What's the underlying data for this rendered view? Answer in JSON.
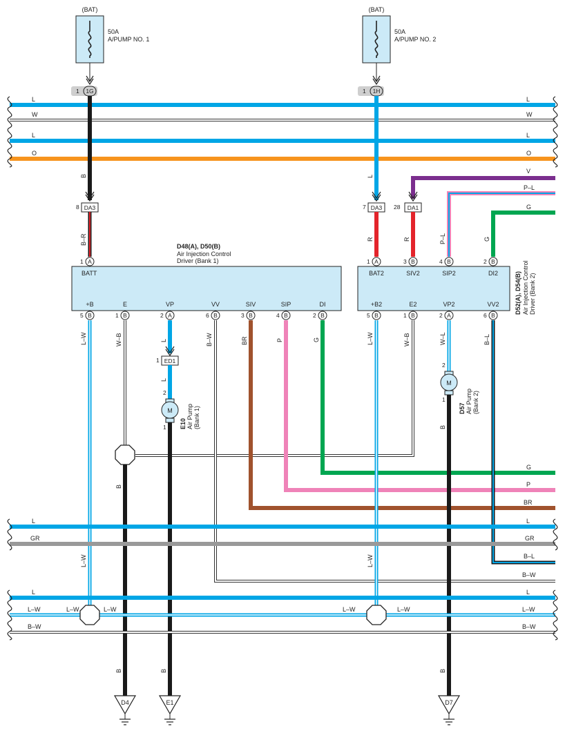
{
  "colors": {
    "L": "#00a6e6",
    "O": "#f7941d",
    "V": "#7b2e8e",
    "G": "#00a651",
    "P": "#ef83b8",
    "BR": "#a0522d",
    "GR": "#999999",
    "R": "#e3242b",
    "B": "#1a1a1a",
    "W": "#ffffff",
    "module": "#cceaf7",
    "connector_gray": "#cfcfcf"
  },
  "fuses": [
    {
      "source": "(BAT)",
      "rating": "50A",
      "name": "A/PUMP NO. 1"
    },
    {
      "source": "(BAT)",
      "rating": "50A",
      "name": "A/PUMP NO. 2"
    }
  ],
  "junctions": {
    "j1g": {
      "pin": "1",
      "id": "1G"
    },
    "j1h": {
      "pin": "1",
      "id": "1H"
    }
  },
  "bus_top": [
    "L",
    "W",
    "L",
    "O"
  ],
  "bus_mid": [
    "L",
    "GR"
  ],
  "bus_bot": [
    "L",
    "L–W",
    "B–W"
  ],
  "right_labels": {
    "v": "V",
    "pl": "P–L",
    "g": "G",
    "g2": "G",
    "p2": "P",
    "br2": "BR",
    "bl": "B–L",
    "bw": "B–W"
  },
  "wire_labels": {
    "b_top": "B",
    "br_left": "B–R",
    "l_top": "L",
    "r_bat2": "R",
    "r_siv2": "R",
    "pl_sip2": "P–L",
    "g_di2": "G",
    "lw_b": "L–W",
    "wb_e": "W–B",
    "l_vp": "L",
    "l_vp2": "L",
    "bw_vv": "B–W",
    "br_siv": "BR",
    "p_sip": "P",
    "g_di": "G",
    "lw_b2": "L–W",
    "wb_e2": "W–B",
    "wl_vp2": "W–L",
    "bl_vv2": "B–L",
    "b_ground": "B",
    "b_e10": "B",
    "b_d57": "B",
    "lw_mid1": "L–W",
    "lw_mid2": "L–W",
    "lw_left": "L–W",
    "lw_right": "L–W",
    "lw_left2": "L–W",
    "lw_right2": "L–W",
    "b_d4": "B",
    "b_e1": "B",
    "b_d7": "B"
  },
  "connectors": {
    "da3_left": {
      "pin": "8",
      "id": "DA3"
    },
    "da3_right": {
      "pin": "7",
      "id": "DA3"
    },
    "da1": {
      "pin": "28",
      "id": "DA1"
    },
    "ed1": {
      "pin": "1",
      "id": "ED1"
    }
  },
  "module1": {
    "title": "D48(A), D50(B)",
    "line1": "Air Injection Control",
    "line2": "Driver (Bank 1)",
    "top_pin": {
      "num": "1",
      "conn": "A",
      "label": "BATT"
    },
    "pins": [
      {
        "num": "5",
        "conn": "B",
        "label": "+B"
      },
      {
        "num": "1",
        "conn": "B",
        "label": "E"
      },
      {
        "num": "2",
        "conn": "A",
        "label": "VP"
      },
      {
        "num": "6",
        "conn": "B",
        "label": "VV"
      },
      {
        "num": "3",
        "conn": "B",
        "label": "SIV"
      },
      {
        "num": "4",
        "conn": "B",
        "label": "SIP"
      },
      {
        "num": "2",
        "conn": "B",
        "label": "DI"
      }
    ]
  },
  "module2": {
    "title": "D52(A), D54(B)",
    "line1": "Air Injection Control",
    "line2": "Driver (Bank 2)",
    "top_pins": [
      {
        "num": "1",
        "conn": "A",
        "label": "BAT2"
      },
      {
        "num": "3",
        "conn": "B",
        "label": "SIV2"
      },
      {
        "num": "4",
        "conn": "B",
        "label": "SIP2"
      },
      {
        "num": "2",
        "conn": "B",
        "label": "DI2"
      }
    ],
    "pins": [
      {
        "num": "5",
        "conn": "B",
        "label": "+B2"
      },
      {
        "num": "1",
        "conn": "B",
        "label": "E2"
      },
      {
        "num": "2",
        "conn": "A",
        "label": "VP2"
      },
      {
        "num": "6",
        "conn": "B",
        "label": "VV2"
      }
    ]
  },
  "pumps": [
    {
      "id": "E10",
      "name": "Air Pump",
      "bank": "(Bank 1)",
      "symbol": "M",
      "pin_top": "2",
      "pin_bot": "1"
    },
    {
      "id": "D57",
      "name": "Air Pump",
      "bank": "(Bank 2)",
      "symbol": "M",
      "pin_top": "2",
      "pin_bot": "1"
    }
  ],
  "grounds": [
    "D4",
    "E1",
    "D7"
  ]
}
